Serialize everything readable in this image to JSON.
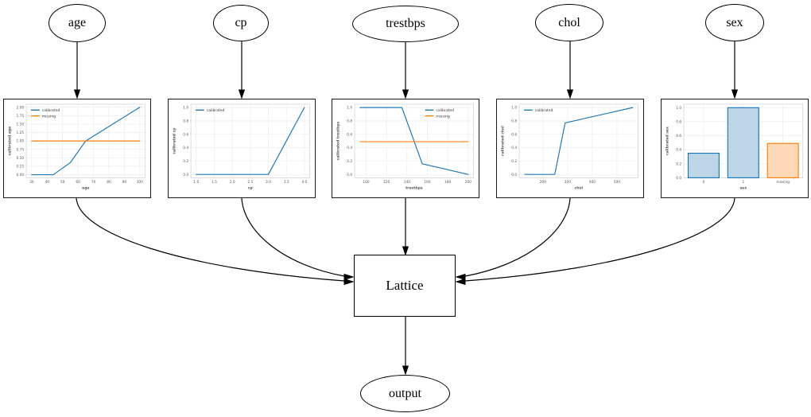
{
  "nodes": {
    "inputs": [
      {
        "label": "age"
      },
      {
        "label": "cp"
      },
      {
        "label": "trestbps"
      },
      {
        "label": "chol"
      },
      {
        "label": "sex"
      }
    ],
    "lattice_label": "Lattice",
    "output_label": "output"
  },
  "colors": {
    "calibrated": "#1f77b4",
    "missing": "#ff7f0e",
    "calibrated_fill": "#bcd6e8",
    "missing_fill": "#ffd9b7",
    "edge_stroke": "#000000"
  },
  "chart_data": [
    {
      "id": "age",
      "type": "line",
      "xlabel": "age",
      "ylabel": "calibrated age",
      "xlim": [
        26.5,
        103.5
      ],
      "ylim": [
        -0.09,
        2.09
      ],
      "xticks": [
        {
          "v": 30,
          "l": "30"
        },
        {
          "v": 40,
          "l": "40"
        },
        {
          "v": 50,
          "l": "50"
        },
        {
          "v": 60,
          "l": "60"
        },
        {
          "v": 70,
          "l": "70"
        },
        {
          "v": 80,
          "l": "80"
        },
        {
          "v": 90,
          "l": "90"
        },
        {
          "v": 100,
          "l": "100"
        }
      ],
      "yticks": [
        {
          "v": 0,
          "l": "0.00"
        },
        {
          "v": 0.25,
          "l": "0.25"
        },
        {
          "v": 0.5,
          "l": "0.50"
        },
        {
          "v": 0.75,
          "l": "0.75"
        },
        {
          "v": 1,
          "l": "1.00"
        },
        {
          "v": 1.25,
          "l": "1.25"
        },
        {
          "v": 1.5,
          "l": "1.50"
        },
        {
          "v": 1.75,
          "l": "1.75"
        },
        {
          "v": 2,
          "l": "2.00"
        }
      ],
      "series": [
        {
          "name": "calibrated",
          "color": "#1f77b4",
          "points": [
            [
              30,
              0
            ],
            [
              44,
              0
            ],
            [
              55,
              0.36
            ],
            [
              65,
              1.0
            ],
            [
              100,
              2.0
            ]
          ]
        },
        {
          "name": "missing",
          "color": "#ff7f0e",
          "points": [
            [
              30,
              1.0
            ],
            [
              100,
              1.0
            ]
          ]
        }
      ],
      "legend": {
        "loc": "upper-left",
        "entries": [
          "calibrated",
          "missing"
        ]
      }
    },
    {
      "id": "cp",
      "type": "line",
      "xlabel": "cp",
      "ylabel": "calibrated cp",
      "xlim": [
        0.85,
        4.15
      ],
      "ylim": [
        -0.05,
        1.05
      ],
      "xticks": [
        {
          "v": 1,
          "l": "1.0"
        },
        {
          "v": 1.5,
          "l": "1.5"
        },
        {
          "v": 2,
          "l": "2.0"
        },
        {
          "v": 2.5,
          "l": "2.5"
        },
        {
          "v": 3,
          "l": "3.0"
        },
        {
          "v": 3.5,
          "l": "3.5"
        },
        {
          "v": 4,
          "l": "4.0"
        }
      ],
      "yticks": [
        {
          "v": 0,
          "l": "0.0"
        },
        {
          "v": 0.2,
          "l": "0.2"
        },
        {
          "v": 0.4,
          "l": "0.4"
        },
        {
          "v": 0.6,
          "l": "0.6"
        },
        {
          "v": 0.8,
          "l": "0.8"
        },
        {
          "v": 1,
          "l": "1.0"
        }
      ],
      "series": [
        {
          "name": "calibrated",
          "color": "#1f77b4",
          "points": [
            [
              1,
              0
            ],
            [
              3,
              0
            ],
            [
              4,
              1.0
            ]
          ]
        }
      ],
      "legend": {
        "loc": "upper-left",
        "entries": [
          "calibrated"
        ]
      }
    },
    {
      "id": "trestbps",
      "type": "line",
      "xlabel": "trestbps",
      "ylabel": "calibrated trestbps",
      "xlim": [
        88.7,
        205.3
      ],
      "ylim": [
        -0.05,
        1.05
      ],
      "xticks": [
        {
          "v": 100,
          "l": "100"
        },
        {
          "v": 120,
          "l": "120"
        },
        {
          "v": 140,
          "l": "140"
        },
        {
          "v": 160,
          "l": "160"
        },
        {
          "v": 180,
          "l": "180"
        },
        {
          "v": 200,
          "l": "200"
        }
      ],
      "yticks": [
        {
          "v": 0,
          "l": "0.0"
        },
        {
          "v": 0.2,
          "l": "0.2"
        },
        {
          "v": 0.4,
          "l": "0.4"
        },
        {
          "v": 0.6,
          "l": "0.6"
        },
        {
          "v": 0.8,
          "l": "0.8"
        },
        {
          "v": 1,
          "l": "1.0"
        }
      ],
      "series": [
        {
          "name": "calibrated",
          "color": "#1f77b4",
          "points": [
            [
              94,
              1.0
            ],
            [
              135,
              1.0
            ],
            [
              155,
              0.16
            ],
            [
              200,
              0
            ]
          ]
        },
        {
          "name": "missing",
          "color": "#ff7f0e",
          "points": [
            [
              94,
              0.49
            ],
            [
              200,
              0.49
            ]
          ]
        }
      ],
      "legend": {
        "loc": "upper-right",
        "entries": [
          "calibrated",
          "missing"
        ]
      }
    },
    {
      "id": "chol",
      "type": "line",
      "xlabel": "chol",
      "ylabel": "calibrated chol",
      "xlim": [
        104,
        586
      ],
      "ylim": [
        -0.05,
        1.05
      ],
      "xticks": [
        {
          "v": 200,
          "l": "200"
        },
        {
          "v": 300,
          "l": "300"
        },
        {
          "v": 400,
          "l": "400"
        },
        {
          "v": 500,
          "l": "500"
        }
      ],
      "yticks": [
        {
          "v": 0,
          "l": "0.0"
        },
        {
          "v": 0.2,
          "l": "0.2"
        },
        {
          "v": 0.4,
          "l": "0.4"
        },
        {
          "v": 0.6,
          "l": "0.6"
        },
        {
          "v": 0.8,
          "l": "0.8"
        },
        {
          "v": 1,
          "l": "1.0"
        }
      ],
      "series": [
        {
          "name": "calibrated",
          "color": "#1f77b4",
          "points": [
            [
              126,
              0
            ],
            [
              248,
              0
            ],
            [
              290,
              0.77
            ],
            [
              564,
              1.0
            ]
          ]
        }
      ],
      "legend": {
        "loc": "upper-left",
        "entries": [
          "calibrated"
        ]
      }
    },
    {
      "id": "sex",
      "type": "bar",
      "xlabel": "sex",
      "ylabel": "calibrated sex",
      "ylim": [
        0,
        1.05
      ],
      "yticks": [
        {
          "v": 0,
          "l": "0.0"
        },
        {
          "v": 0.2,
          "l": "0.2"
        },
        {
          "v": 0.4,
          "l": "0.4"
        },
        {
          "v": 0.6,
          "l": "0.6"
        },
        {
          "v": 0.8,
          "l": "0.8"
        },
        {
          "v": 1,
          "l": "1.0"
        }
      ],
      "bars": [
        {
          "label": "0",
          "value": 0.35,
          "fill": "#bcd6e8",
          "edge": "#1f77b4"
        },
        {
          "label": "1",
          "value": 1.0,
          "fill": "#bcd6e8",
          "edge": "#1f77b4"
        },
        {
          "label": "missing",
          "value": 0.49,
          "fill": "#ffd9b7",
          "edge": "#ff7f0e"
        }
      ],
      "legend": null
    }
  ]
}
